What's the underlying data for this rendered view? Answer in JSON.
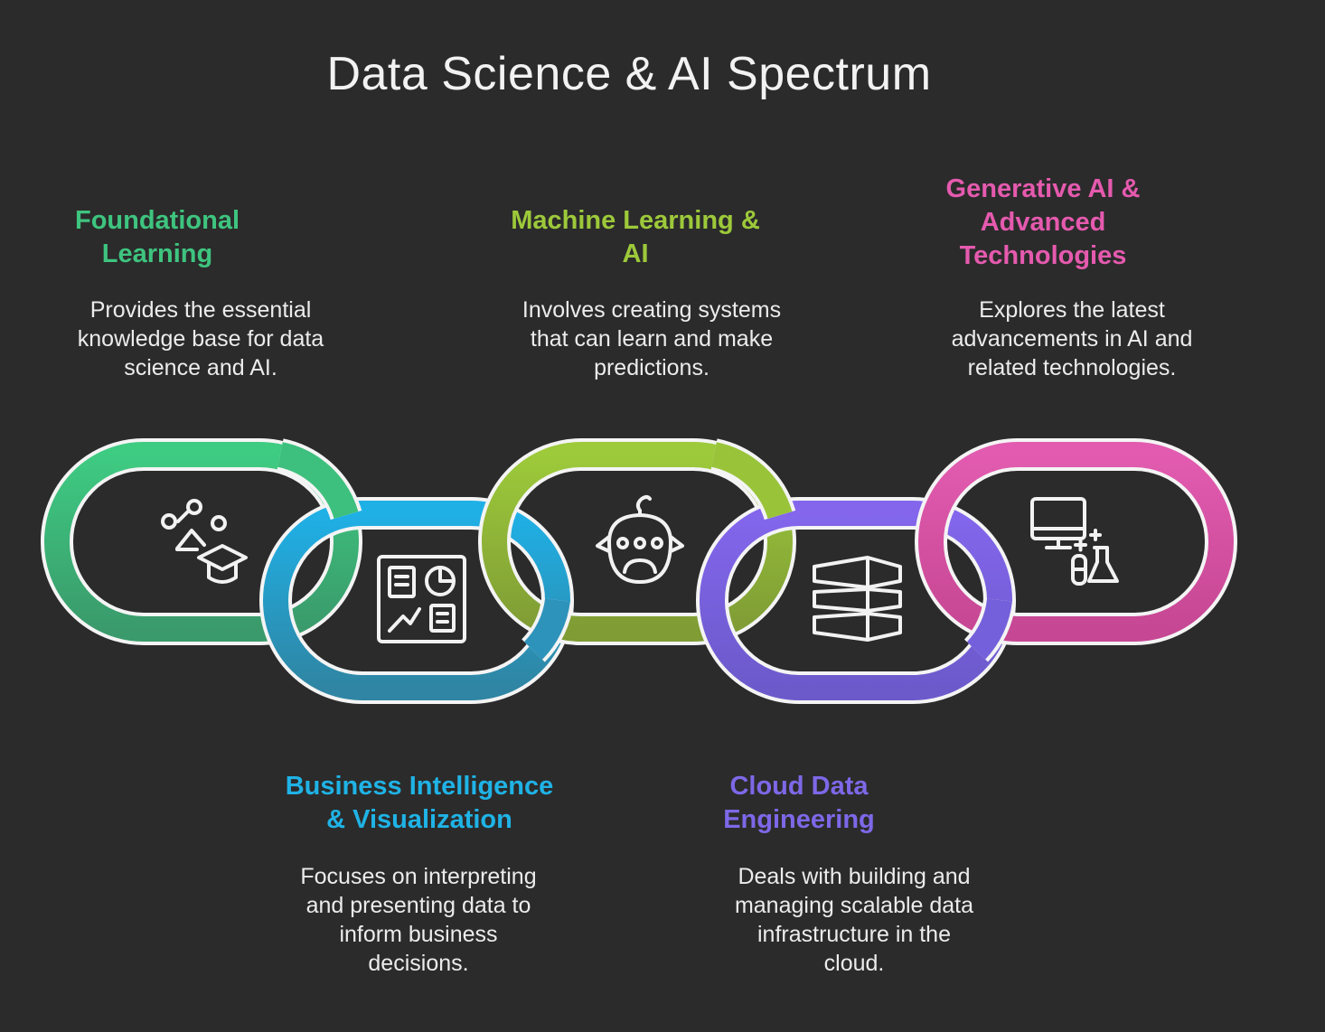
{
  "title": "Data Science & AI Spectrum",
  "stages": [
    {
      "heading": "Foundational\nLearning",
      "description": "Provides the essential\nknowledge base for data\nscience and AI.",
      "color": "#3ec47f",
      "icon": "learning-graduation-cap-icon"
    },
    {
      "heading": "Business Intelligence\n& Visualization",
      "description": "Focuses on interpreting\nand presenting data to\ninform business\ndecisions.",
      "color": "#1fb3e6",
      "icon": "dashboard-charts-icon"
    },
    {
      "heading": "Machine Learning &\nAI",
      "description": "Involves creating systems\nthat can learn and make\npredictions.",
      "color": "#9dc93a",
      "icon": "robot-head-icon"
    },
    {
      "heading": "Cloud Data\nEngineering",
      "description": "Deals with building and\nmanaging scalable data\ninfrastructure in the\ncloud.",
      "color": "#7e68e8",
      "icon": "server-stack-icon"
    },
    {
      "heading": "Generative AI &\nAdvanced\nTechnologies",
      "description": "Explores the latest\nadvancements in AI and\nrelated technologies.",
      "color": "#e55aae",
      "icon": "monitor-lab-flask-icon"
    }
  ]
}
